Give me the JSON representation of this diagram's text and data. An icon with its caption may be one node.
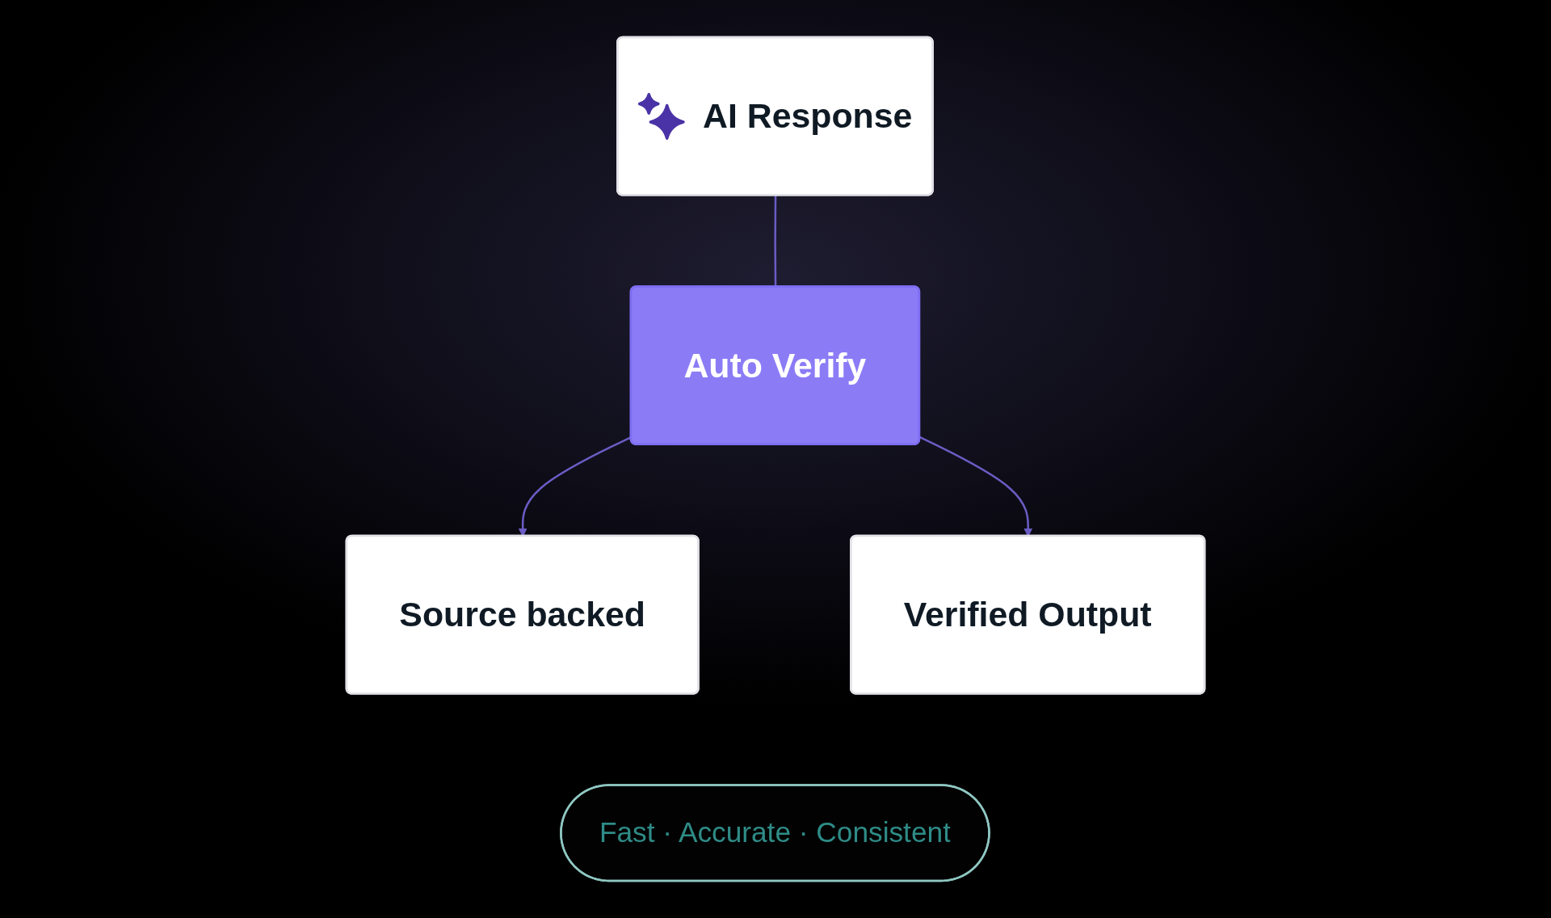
{
  "diagram": {
    "nodes": [
      {
        "text": [
          "AI Response"
        ]
      },
      {
        "text": [
          "Auto Verify"
        ]
      },
      {
        "text": [
          "Source backed"
        ]
      },
      {
        "text": [
          "Verified Output"
        ]
      },
      {
        "text": [
          "Fast · Accurate · Consistent"
        ]
      }
    ],
    "edges": [
      {
        "from": 0,
        "to": 1,
        "arrow": "none"
      },
      {
        "from": 1,
        "to": 2,
        "arrow": "to"
      },
      {
        "from": 1,
        "to": 3,
        "arrow": "to"
      }
    ]
  }
}
